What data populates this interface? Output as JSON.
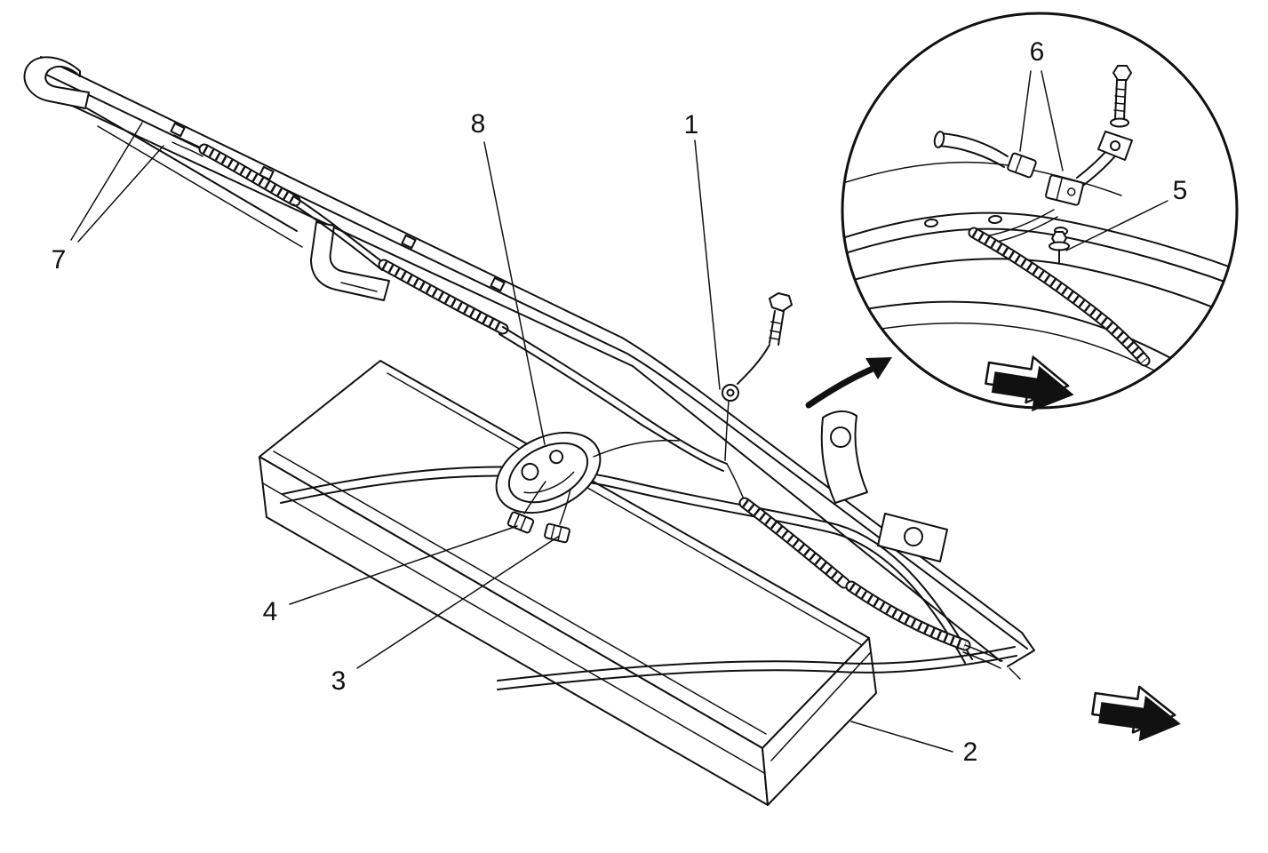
{
  "figure": {
    "background_color": "#ffffff",
    "line_color": "#111111",
    "callouts": [
      {
        "label": "1"
      },
      {
        "label": "2"
      },
      {
        "label": "3"
      },
      {
        "label": "4"
      },
      {
        "label": "5"
      },
      {
        "label": "6"
      },
      {
        "label": "7"
      },
      {
        "label": "8"
      }
    ],
    "icons": {
      "direction_arrow": "direction-arrow-icon",
      "detail_pointer": "curved-arrow-icon"
    }
  }
}
